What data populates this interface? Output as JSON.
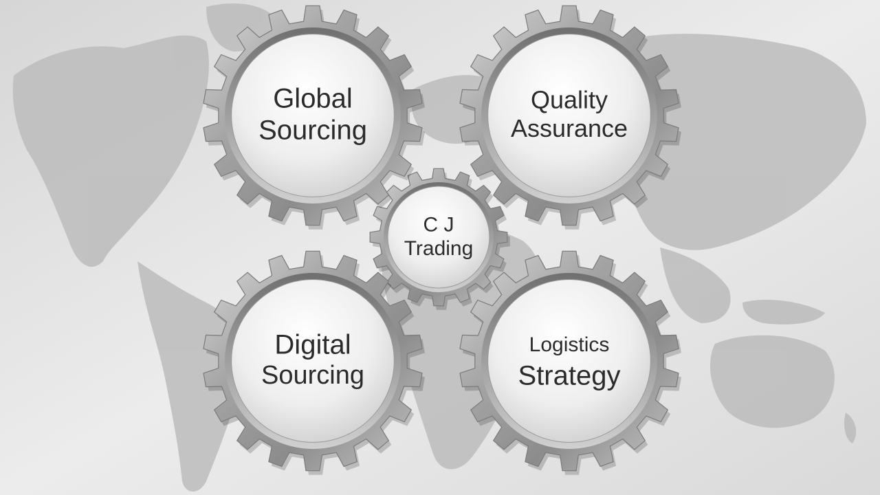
{
  "colors": {
    "background": "#e4e4e4",
    "map_land": "#b9b9b9",
    "gear_steel": "#a9a9a9",
    "gear_face": "#ececec",
    "text": "#2b2b2b"
  },
  "center_gear": {
    "line1": "C J",
    "line2": "Trading"
  },
  "gears": [
    {
      "id": "global-sourcing",
      "line1": "Global",
      "line2": "Sourcing"
    },
    {
      "id": "quality-assurance",
      "line1": "Quality",
      "line2": "Assurance"
    },
    {
      "id": "digital-sourcing",
      "line1": "Digital",
      "line2": "Sourcing"
    },
    {
      "id": "logistics-strategy",
      "line1": "Logistics",
      "line2": "Strategy"
    }
  ]
}
